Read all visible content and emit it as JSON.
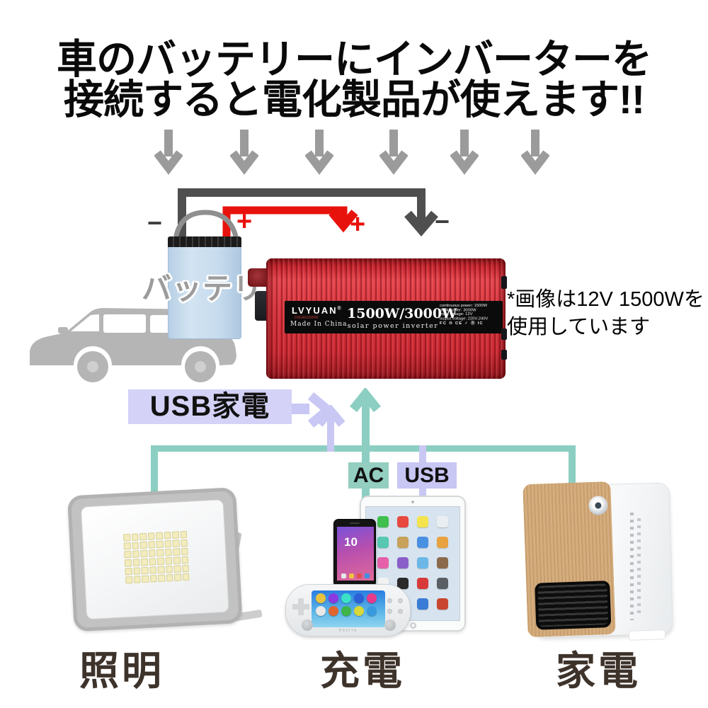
{
  "headline": {
    "line1": "車のバッテリーにインバーターを",
    "line2": "接続すると電化製品が使えます!!"
  },
  "wire_labels": {
    "battery_minus": "−",
    "battery_plus": "+",
    "inverter_plus": "+",
    "inverter_minus": "−"
  },
  "battery": {
    "label": "バッテリー"
  },
  "inverter": {
    "brand": "LVYUAN",
    "reg": "®",
    "model": "DSGAS1500W",
    "origin": "Made In China",
    "power": "1500W/3000W",
    "subtitle": "solar power inverter",
    "spec1": "continuous power: 1500W",
    "spec2": "peak power: 3000W",
    "spec3": "input voltage: 12V",
    "spec4": "output voltage: 220V-240V",
    "certs": "FC ♻ CE ✓ Ⓡ IC"
  },
  "note": {
    "line1": "*画像は12V 1500Wを",
    "line2": "使用しています"
  },
  "labels": {
    "usb_kaden": "USB家電",
    "ac": "AC",
    "usb": "USB",
    "lighting": "照明",
    "charging": "充電",
    "kaden": "家電"
  },
  "phone": {
    "clock": "10"
  },
  "vita": {
    "brand": "PSVITA"
  },
  "colors": {
    "teal_line": "#8ccfc2",
    "lavender_line": "#c9c7f3",
    "usb_kaden_bg": "#d4d2f6",
    "ac_bg": "#93cec0",
    "usb_bg": "#c8c6f3",
    "wire_red": "#e8120c",
    "wire_dark": "#4f4f4f",
    "top_arrow_gray": "#9b9b9b",
    "inverter_red": "#d7333c",
    "battery_blue": "#c6dbee",
    "car_gray": "#b5b5b5",
    "heater_wood": "#d5ad7e",
    "label_dark": "#3e332b"
  },
  "decor": {
    "led_count": 48,
    "ipad_icons": [
      "#3fbf4e",
      "#e8493f",
      "#f4e34d",
      "#e9eef2",
      "#56c7b0",
      "#c8a15a",
      "#4a90e2",
      "#e8a23f",
      "#e560a8",
      "#8a5fc9",
      "#6bb8e8",
      "#8a6a4a",
      "#f2f2f2",
      "#2b2b2b",
      "#d83a3a",
      "#5a5f66",
      "#e0b23f",
      "#e07b30",
      "#3a7bd5",
      "#c9452f"
    ],
    "vita_icons": [
      "#e8c23f",
      "#8a3ae0",
      "#3ae0c8",
      "#2b5fd8",
      "#e83a8a",
      "#e8e8e8",
      "#e0652f",
      "#3fb54a",
      "#d8d83a",
      "#3a9ae0"
    ],
    "phone_dock_icons": [
      "#e8e8e8",
      "#f0c040",
      "#e05050",
      "#4090e0"
    ]
  }
}
